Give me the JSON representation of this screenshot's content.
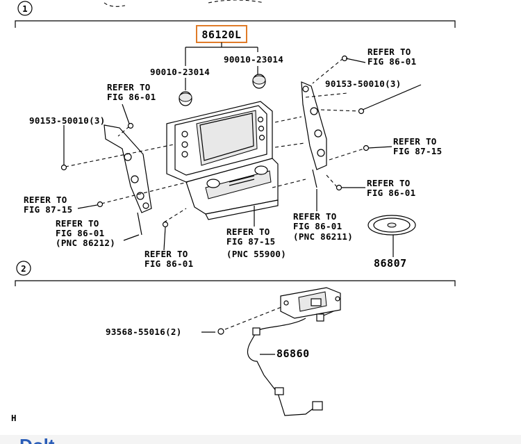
{
  "sections": [
    {
      "number": "1"
    },
    {
      "number": "2"
    }
  ],
  "highlighted_part": "86120L",
  "labels": {
    "p90010_a": "90010-23014",
    "p90010_b": "90010-23014",
    "p90153_left": "90153-50010(3)",
    "p90153_right": "90153-50010(3)",
    "ref_tl_1": "REFER TO",
    "ref_tl_2": "FIG 86-01",
    "ref_tr_1": "REFER TO",
    "ref_tr_2": "FIG 86-01",
    "ref_r1_1": "REFER TO",
    "ref_r1_2": "FIG 87-15",
    "ref_r2_1": "REFER TO",
    "ref_r2_2": "FIG 86-01",
    "ref_l1_1": "REFER TO",
    "ref_l1_2": "FIG 87-15",
    "ref_l2_1": "REFER TO",
    "ref_l2_2": "FIG 86-01",
    "ref_l2_3": "(PNC 86212)",
    "ref_bl_1": "REFER TO",
    "ref_bl_2": "FIG 86-01",
    "ref_c_1": "REFER TO",
    "ref_c_2": "FIG 87-15",
    "ref_c_3": "(PNC 55900)",
    "ref_cr_1": "REFER TO",
    "ref_cr_2": "FIG 86-01",
    "ref_cr_3": "(PNC 86211)",
    "p86807": "86807",
    "p93568": "93568-55016(2)",
    "p86860": "86860",
    "corner_mark": "H"
  },
  "footer_fragment": "Dolt"
}
